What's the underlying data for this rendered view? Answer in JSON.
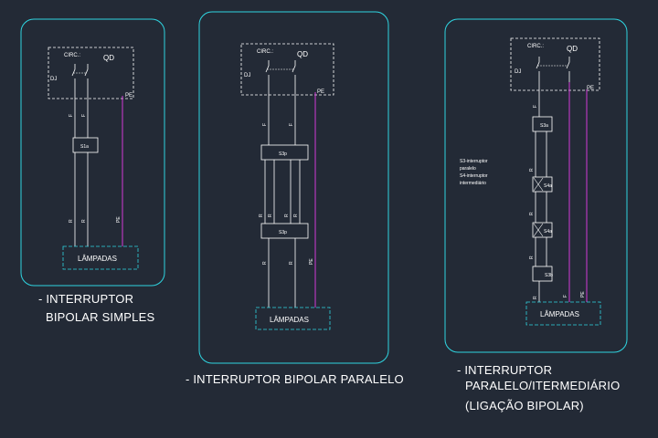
{
  "colors": {
    "background": "#232a36",
    "frame": "#2fd4e0",
    "wire": "#ffffff",
    "pe_wire": "#d23ad6",
    "text": "#ffffff"
  },
  "panel_labels": {
    "circ": "CIRC.:",
    "qd": "QD",
    "dj": "DJ",
    "pe": "PE"
  },
  "wire_labels": {
    "f": "F",
    "r": "R",
    "pe": "PE"
  },
  "lamp_label": "LÂMPADAS",
  "diagram1": {
    "switch": "S1a",
    "caption_line1": "- INTERRUPTOR",
    "caption_line2": "BIPOLAR SIMPLES"
  },
  "diagram2": {
    "switch_top": "S3p",
    "switch_bottom": "S3p",
    "caption": "- INTERRUPTOR BIPOLAR PARALELO"
  },
  "diagram3": {
    "switch_top": "S3a",
    "switch_mid1": "S4a",
    "switch_mid2": "S4a",
    "switch_bottom": "S3b",
    "note_lines": [
      "S3-interruptor",
      "paralelo",
      "S4-interruptor",
      "intermediário"
    ],
    "caption_line1": "- INTERRUPTOR",
    "caption_line2": "PARALELO/ITERMEDIÁRIO",
    "caption_line3": "(LIGAÇÃO BIPOLAR)"
  }
}
